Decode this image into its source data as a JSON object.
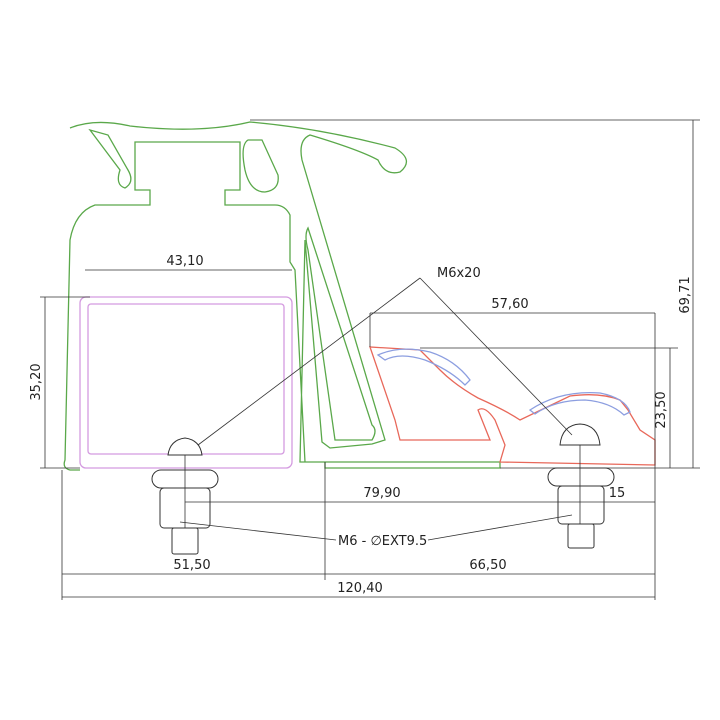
{
  "colors": {
    "main_profile": "#5aa84a",
    "inner_profile": "#d49be0",
    "clamp_profile": "#e8685a",
    "gasket": "#8c9ee0",
    "dimension": "#333333"
  },
  "dimensions": {
    "inner_width": "43,10",
    "inner_height": "35,20",
    "clamp_width": "57,60",
    "total_height": "69,71",
    "clamp_height": "23,50",
    "screw_spacing": "79,90",
    "screw_offset": "15",
    "left_width": "51,50",
    "right_width": "66,50",
    "total_width": "120,40"
  },
  "callouts": {
    "screw": "M6x20",
    "insert": "M6 - ∅EXT9.5"
  }
}
